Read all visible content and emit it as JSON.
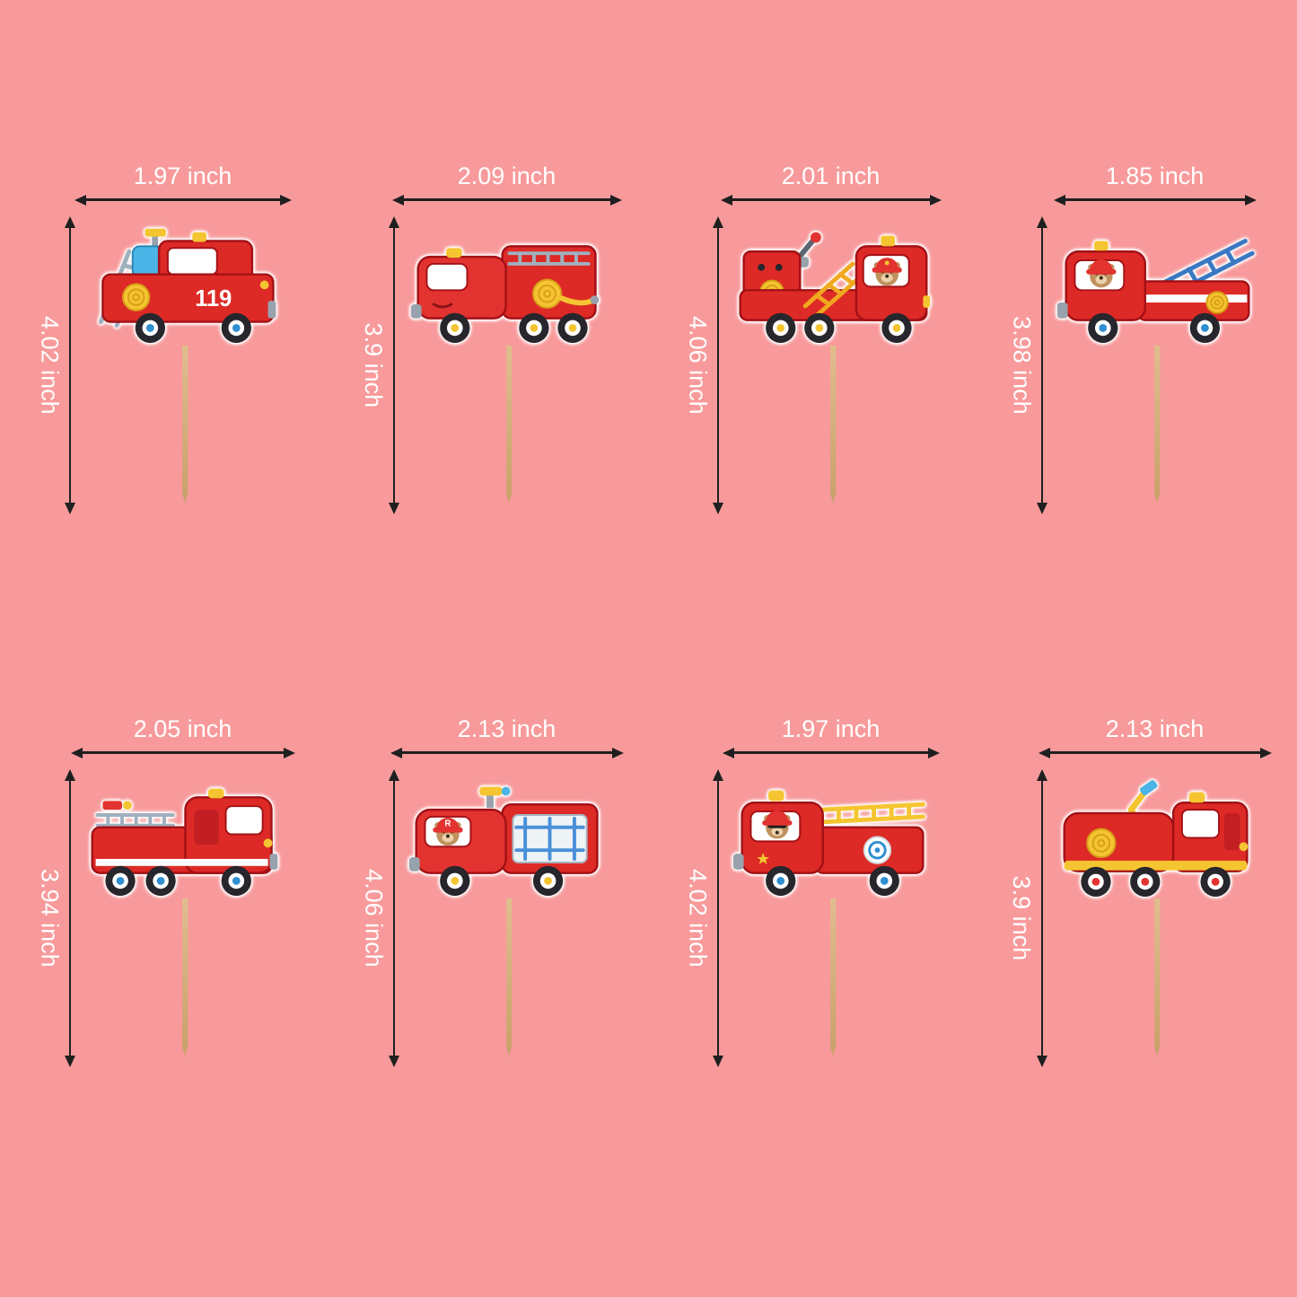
{
  "colors": {
    "background": "#f89a9b",
    "arrow": "#1f1f1f",
    "label": "#ffffff",
    "toothpick": "#e0bd8d",
    "truck_red": "#dd2a26",
    "accent_yellow": "#f5c531",
    "accent_blue": "#4ab5e6"
  },
  "toppers": [
    {
      "name": "fire-engine-ladder-119",
      "width_label": "1.97 inch",
      "height_label": "4.02 inch",
      "decal_text": "119"
    },
    {
      "name": "fire-truck-face-hose",
      "width_label": "2.09 inch",
      "height_label": "3.9 inch"
    },
    {
      "name": "fire-truck-bear-cannon",
      "width_label": "2.01 inch",
      "height_label": "4.06 inch"
    },
    {
      "name": "fire-truck-bear-ladder",
      "width_label": "1.85 inch",
      "height_label": "3.98 inch"
    },
    {
      "name": "fire-truck-rack",
      "width_label": "2.05 inch",
      "height_label": "3.94 inch"
    },
    {
      "name": "fire-truck-bear-r-helmet",
      "width_label": "2.13 inch",
      "height_label": "4.06 inch",
      "helmet_letter": "R"
    },
    {
      "name": "fire-truck-bear-sunglasses",
      "width_label": "1.97 inch",
      "height_label": "4.02 inch"
    },
    {
      "name": "fire-tanker-hose",
      "width_label": "2.13 inch",
      "height_label": "3.9 inch"
    }
  ]
}
